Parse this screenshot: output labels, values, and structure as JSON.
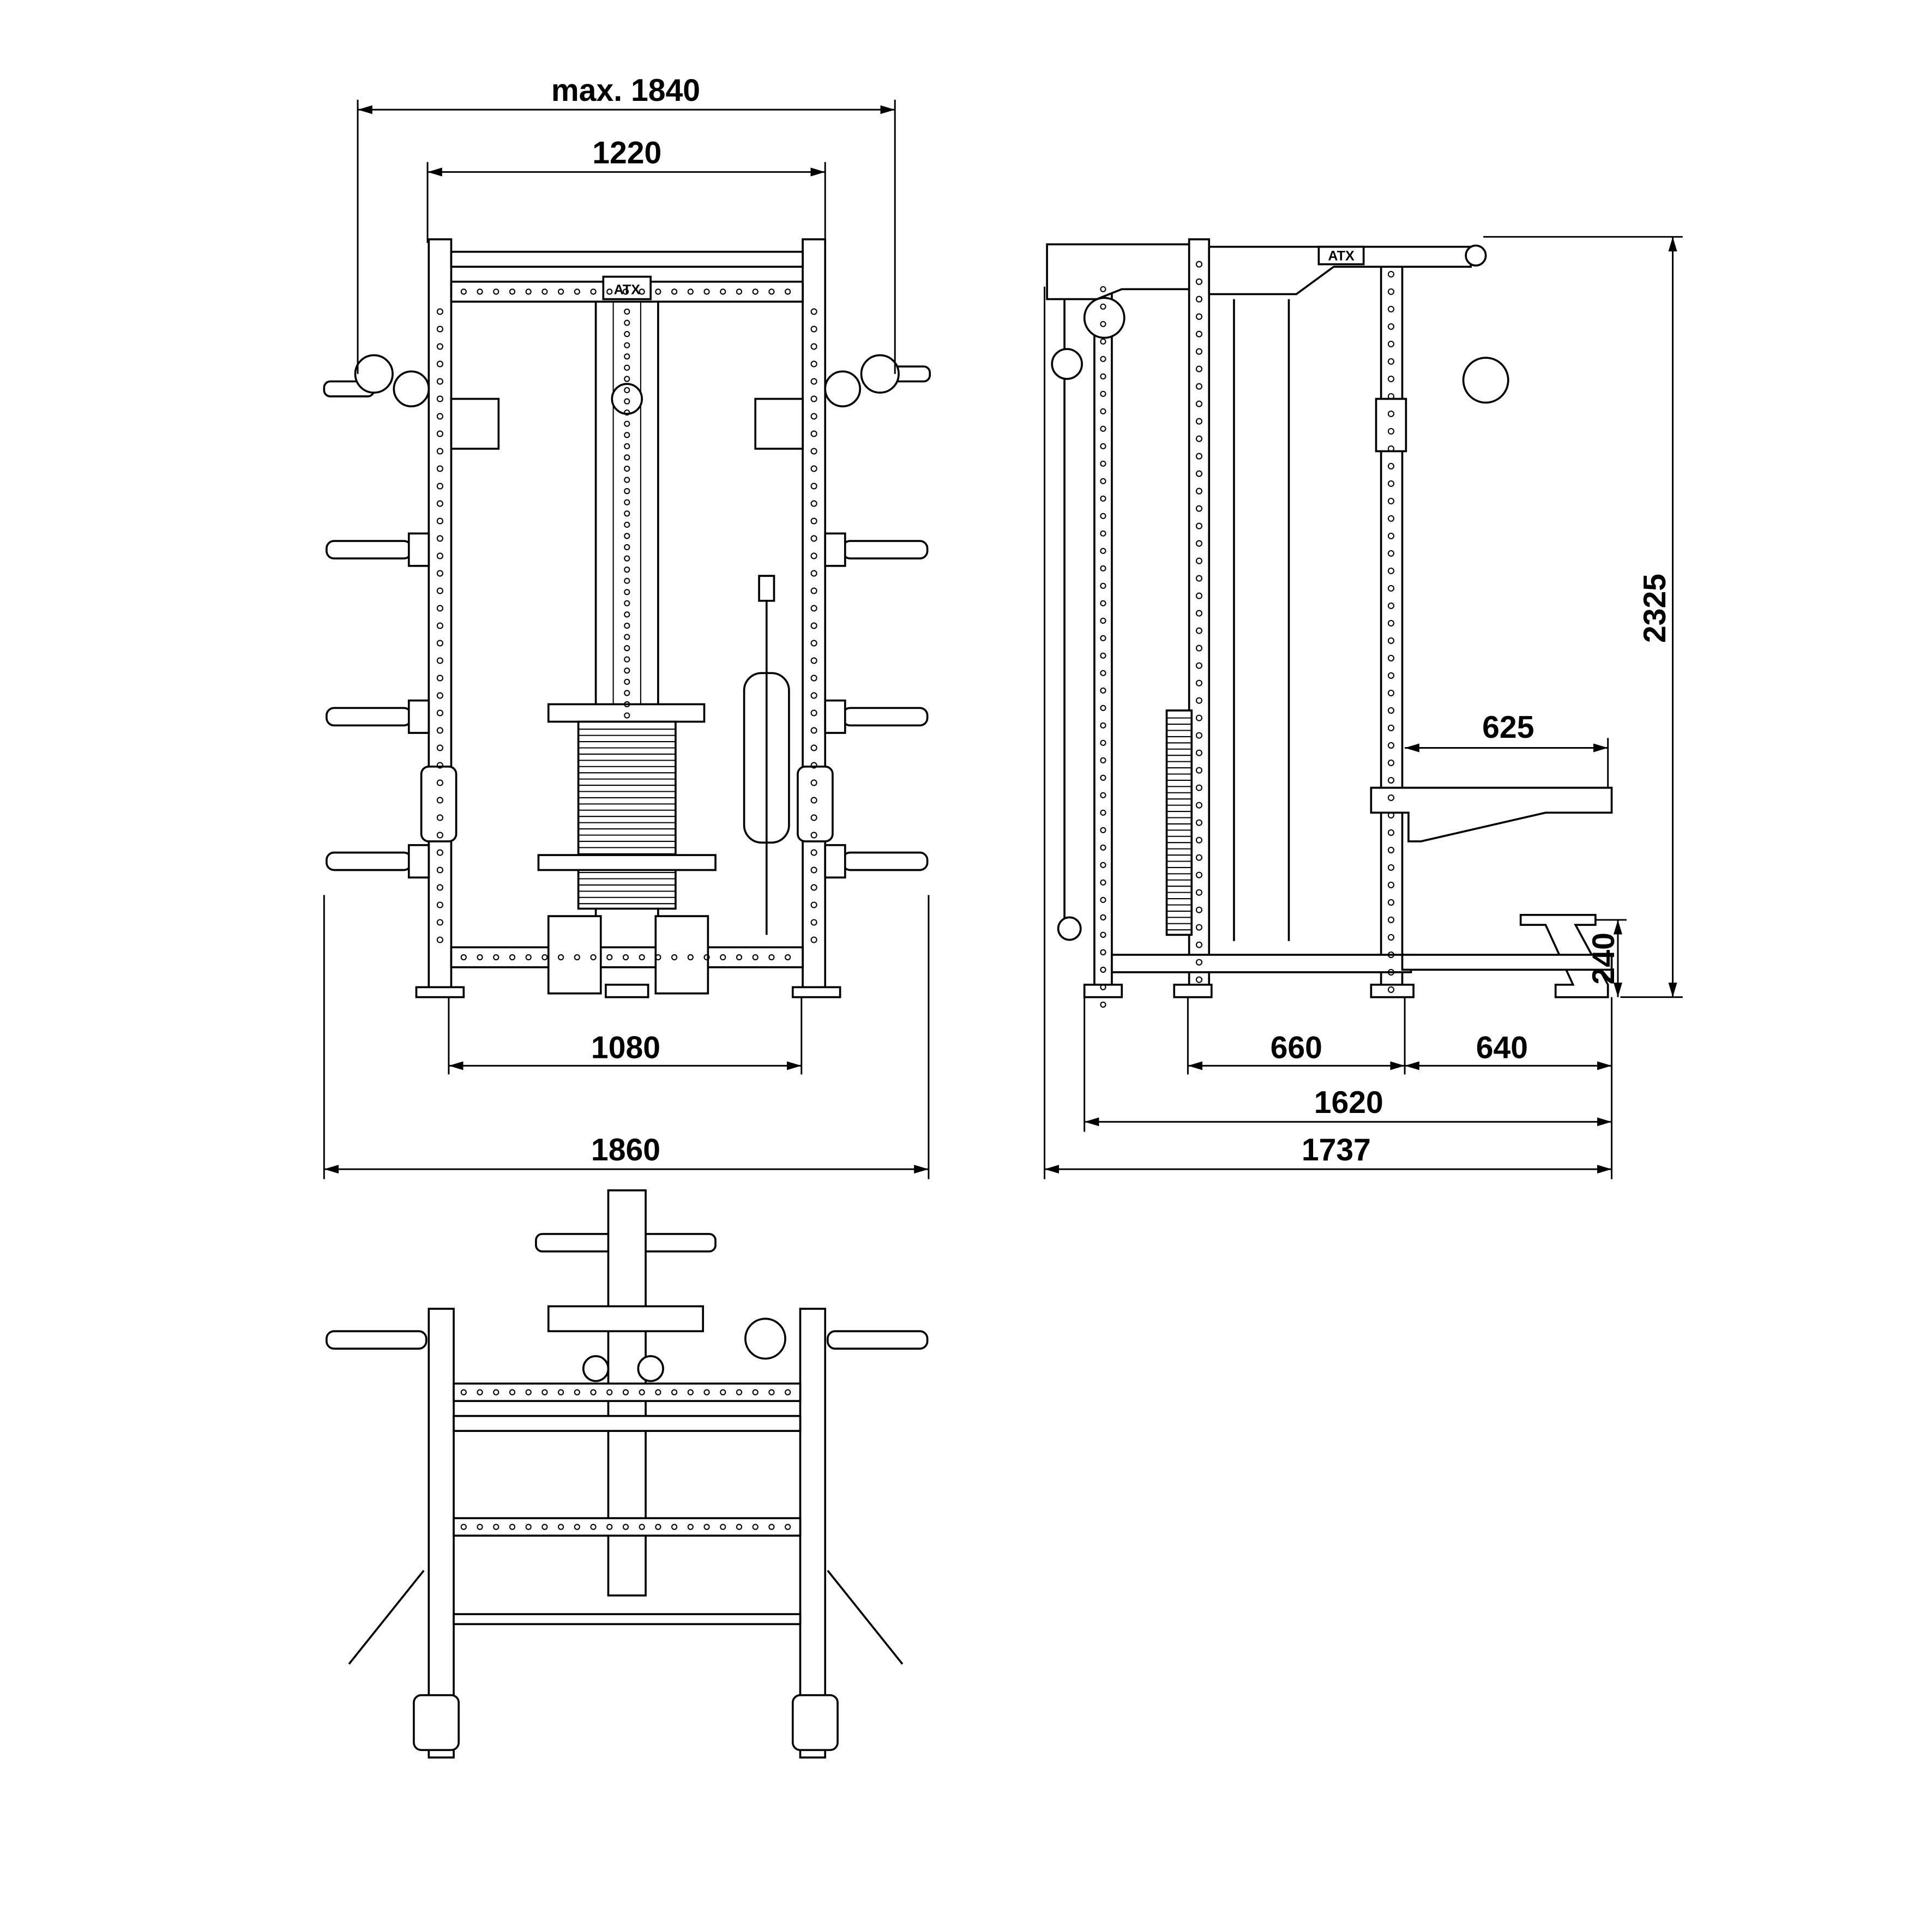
{
  "brand": "ATX",
  "dimensions": {
    "max_width": "max. 1840",
    "top_width": "1220",
    "inner_width": "1080",
    "total_width": "1860",
    "height": "2325",
    "spotter_depth": "625",
    "step_height": "240",
    "rack_depth": "660",
    "extension_depth": "640",
    "depth_without_pulley": "1620",
    "total_depth": "1737"
  }
}
